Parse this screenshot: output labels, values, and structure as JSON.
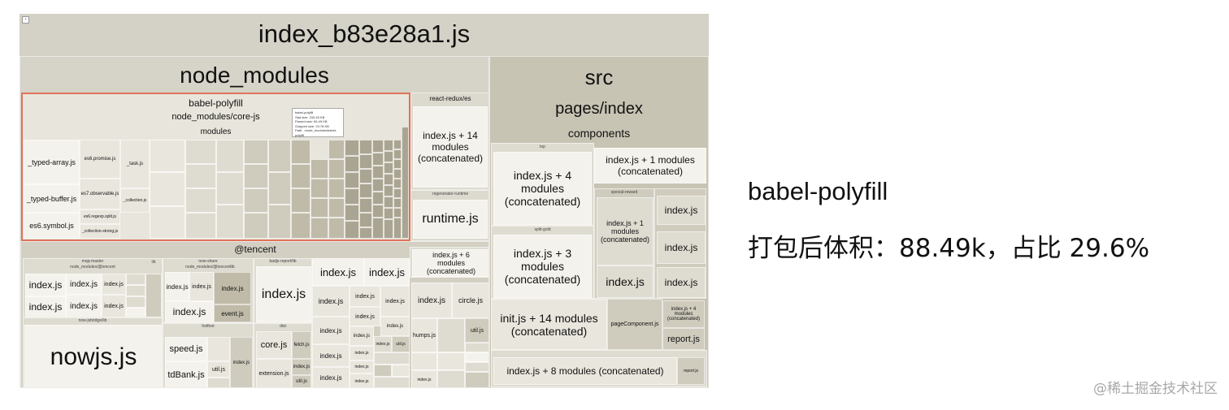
{
  "treemap": {
    "root": "index_b83e28a1.js",
    "toggle": "›",
    "node_modules": {
      "title": "node_modules",
      "babel_polyfill": {
        "title": "babel-polyfill",
        "core_js": "node_modules/core-js",
        "modules": "modules",
        "typed_array": "_typed-array.js",
        "typed_buffer": "_typed-buffer.js",
        "es6_symbol": "es6.symbol.js",
        "es6_promise": "es6.promise.js",
        "es7_observable": "es7.observable.js",
        "es6_regexp": "es6.regexp.split.js",
        "collection_strong": "_collection-strong.js",
        "task": "_task.js",
        "collection": "_collection.js",
        "tooltip": {
          "title": "babel-polyfill",
          "stat_size": "Stat size: 233.45 KB",
          "parsed_size": "Parsed size: 84.49 KB",
          "gzipped_size": "Gzipped size: 23.78 KB",
          "path": "Path: ./node_modules/babel-polyfill"
        }
      },
      "react_redux": {
        "title": "react-redux/es",
        "index": "index.js + 14 modules (concatenated)"
      },
      "regenerator": {
        "title": "regenerator-runtime",
        "runtime": "runtime.js"
      },
      "tencent": {
        "title": "@tencent",
        "mqq_master": "mqq-master",
        "nm_tencent": "node_modules/@tencent",
        "lib": "lib",
        "now_share": "now-share",
        "nm_tencent2": "node_modules/@tencent",
        "badjs": "badjs-report/lib",
        "index_js": "index.js",
        "now_jsbridge": "now-jsbridge/lib",
        "nowjs": "nowjs.js",
        "event": "event.js",
        "core": "core.js",
        "fetch": "fetch.js",
        "extension": "extension.js",
        "util": "util.js",
        "speed": "speed.js",
        "tdbank": "tdBank.js",
        "humps": "humps.js",
        "circle": "circle.js",
        "dist": "dist",
        "hotfoot": "hotfoot",
        "index6": "index.js + 6 modules (concatenated)"
      }
    },
    "src": {
      "title": "src",
      "pages": "pages/index",
      "components": "components",
      "top": "top",
      "idx4": "index.js + 4 modules (concatenated)",
      "split_gold": "split-gold",
      "idx3": "index.js + 3 modules (concatenated)",
      "idx1a": "index.js + 1 modules (concatenated)",
      "special_reward": "special-reward",
      "idx1b": "index.js + 1 modules (concatenated)",
      "index_js": "index.js",
      "init": "init.js + 14 modules (concatenated)",
      "page_component": "pageComponent.js",
      "idx4b": "index.js + 4 modules (concatenated)",
      "report": "report.js",
      "idx8": "index.js + 8 modules (concatenated)"
    }
  },
  "caption": {
    "line1": "babel-polyfill",
    "line2": "打包后体积：88.49k，占比 29.6%"
  },
  "watermark": "@稀土掘金技术社区"
}
